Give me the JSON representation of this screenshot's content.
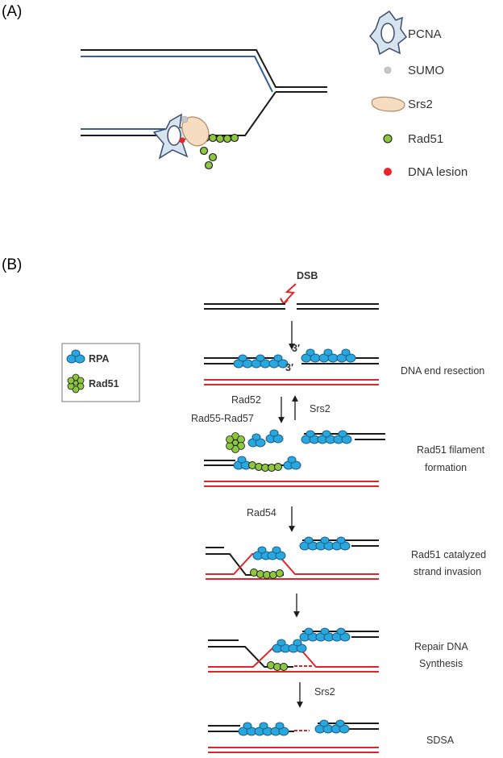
{
  "panel_a": {
    "label": "(A)",
    "legend": [
      {
        "key": "pcna",
        "label": "PCNA"
      },
      {
        "key": "sumo",
        "label": "SUMO"
      },
      {
        "key": "srs2",
        "label": "Srs2"
      },
      {
        "key": "rad51",
        "label": "Rad51"
      },
      {
        "key": "lesion",
        "label": "DNA lesion"
      }
    ]
  },
  "panel_b": {
    "label": "(B)",
    "dsb_label": "DSB",
    "legend": [
      {
        "key": "rpa",
        "label": "RPA"
      },
      {
        "key": "rad51",
        "label": "Rad51"
      }
    ],
    "prime_label": "3′",
    "arrows": {
      "rad52": "Rad52",
      "rad55_57": "Rad55-Rad57",
      "srs2_reverse": "Srs2",
      "rad54": "Rad54",
      "srs2_final": "Srs2"
    },
    "steps": {
      "resection": "DNA end resection",
      "filament_1": "Rad51 filament",
      "filament_2": "formation",
      "invasion_1": "Rad51 catalyzed",
      "invasion_2": "strand invasion",
      "synthesis_1": "Repair DNA",
      "synthesis_2": "Synthesis",
      "sdsa": "SDSA"
    }
  },
  "colors": {
    "dna_black": "#1a1a1a",
    "dna_blue": "#3a5f9e",
    "template_red": "#e0262b",
    "rpa_blue": "#29a8e0",
    "rad51_green": "#8dc63f",
    "srs2_peach": "#f6dcc0",
    "pcna_blue": "#d6e4f0",
    "sumo_gray": "#c8c8c8",
    "lesion_red": "#e8232a"
  }
}
